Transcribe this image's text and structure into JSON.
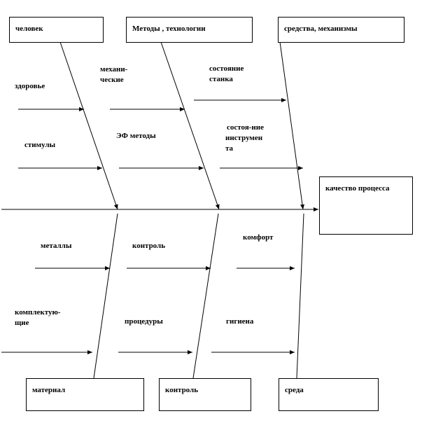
{
  "boxes": {
    "chelovek": "человек",
    "metody": "Методы , технологии",
    "sredstva": "средства, механизмы",
    "kachestvo": "качество процесса",
    "material": "материал",
    "kontrol": "контроль",
    "sreda": "среда"
  },
  "labels": {
    "zdorovie": "здоровье",
    "mekh_line1": "механи-",
    "mekh_line2": "ческие",
    "sost_stanka_1": "состояние",
    "sost_stanka_2": "станка",
    "stimuly": "стимулы",
    "ef_metody": "ЭФ методы",
    "sost_instr_1": "состоя-ние",
    "sost_instr_2": "инструмен",
    "sost_instr_3": "та",
    "metally": "металлы",
    "kontrol": "контроль",
    "komfort": "комфорт",
    "komplekt_1": "комплектую-",
    "komplekt_2": "щие",
    "procedury": "процедуры",
    "gigiena": "гигиена"
  }
}
